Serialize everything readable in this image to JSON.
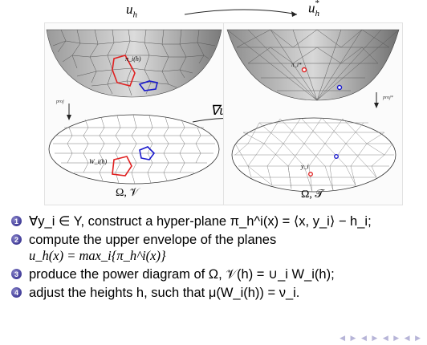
{
  "top": {
    "u_h": "u_h",
    "u_h_star": "u_h*",
    "grad_u_h": "∇u_h",
    "proj": "proj",
    "proj_star": "proj*"
  },
  "left_panel": {
    "top_label": "π_i(h)",
    "bottom_label": "W_i(h)",
    "caption": "Ω, 𝒱"
  },
  "right_panel": {
    "top_label": "π_i*",
    "bottom_label": "y_i",
    "caption": "Ω, 𝒯"
  },
  "steps": [
    {
      "num": "1",
      "text": "∀y_i ∈ Y, construct a hyper-plane π_h^i(x) = ⟨x, y_i⟩ − h_i;"
    },
    {
      "num": "2",
      "text": "compute the upper envelope of the planes",
      "text2": "u_h(x) = max_i{π_h^i(x)}"
    },
    {
      "num": "3",
      "text": "produce the power diagram of Ω, 𝒱(h) = ∪_i W_i(h);"
    },
    {
      "num": "4",
      "text": "adjust the heights h, such that μ(W_i(h)) = ν_i."
    }
  ],
  "colors": {
    "highlight_red": "#e02020",
    "highlight_blue": "#1a1acc",
    "bullet": "#4a45a0"
  }
}
